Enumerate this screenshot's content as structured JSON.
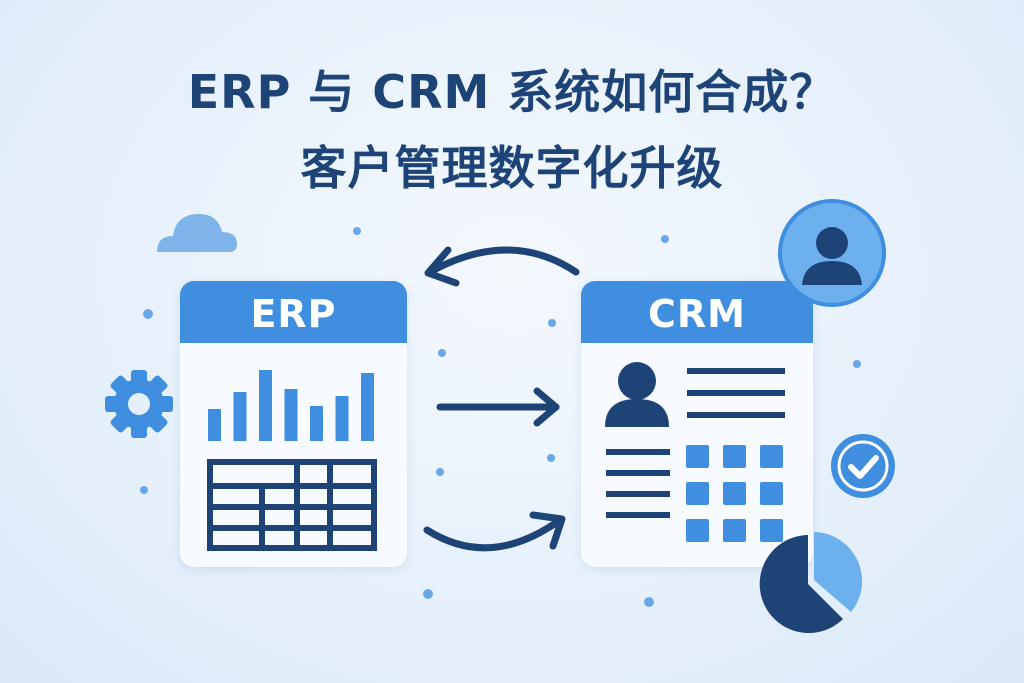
{
  "title": {
    "line1": "ERP 与 CRM 系统如何合成？",
    "line2": "客户管理数字化升级"
  },
  "erp_card": {
    "label": "ERP",
    "bar_chart_levels": [
      0.45,
      0.68,
      0.98,
      0.72,
      0.48,
      0.62,
      0.95
    ]
  },
  "crm_card": {
    "label": "CRM"
  },
  "colors": {
    "navy": "#1d4377",
    "accent": "#3f8ee0",
    "light_accent": "#6db0ee",
    "background": "#e6f0fb"
  },
  "icons": [
    "cloud-icon",
    "gear-icon",
    "bar-chart-icon",
    "table-icon",
    "person-icon",
    "user-avatar-icon",
    "checkmark-icon",
    "pie-chart-icon",
    "arrow-left-icon",
    "arrow-right-icon",
    "curved-arrow-icon"
  ]
}
